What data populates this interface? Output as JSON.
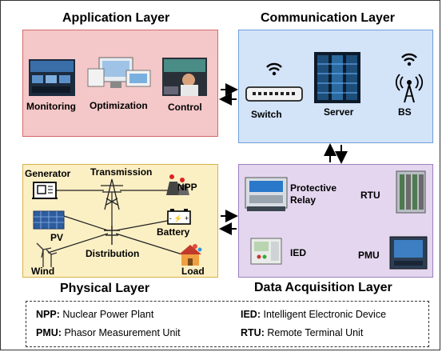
{
  "layers": {
    "application": {
      "title": "Application Layer",
      "items": [
        "Monitoring",
        "Optimization",
        "Control"
      ]
    },
    "communication": {
      "title": "Communication Layer",
      "items": [
        "Switch",
        "Server",
        "BS"
      ]
    },
    "physical": {
      "title": "Physical Layer",
      "items": [
        "Generator",
        "Transmission",
        "NPP",
        "PV",
        "Battery",
        "Distribution",
        "Wind",
        "Load"
      ]
    },
    "acquisition": {
      "title": "Data Acquisition  Layer",
      "items": [
        "Protective Relay",
        "RTU",
        "IED",
        "PMU"
      ]
    }
  },
  "legend": [
    {
      "abbr": "NPP:",
      "text": "Nuclear Power Plant"
    },
    {
      "abbr": "IED:",
      "text": "Intelligent Electronic Device"
    },
    {
      "abbr": "PMU:",
      "text": "Phasor Measurement Unit"
    },
    {
      "abbr": "RTU:",
      "text": "Remote Terminal Unit"
    }
  ],
  "colors": {
    "application_fill": "#f4c7c8",
    "application_border": "#d46a6a",
    "communication_fill": "#d3e3f8",
    "communication_border": "#6f9fd8",
    "physical_fill": "#fbefc4",
    "physical_border": "#d9b24a",
    "acquisition_fill": "#e3d6ee",
    "acquisition_border": "#9c7fbf"
  }
}
